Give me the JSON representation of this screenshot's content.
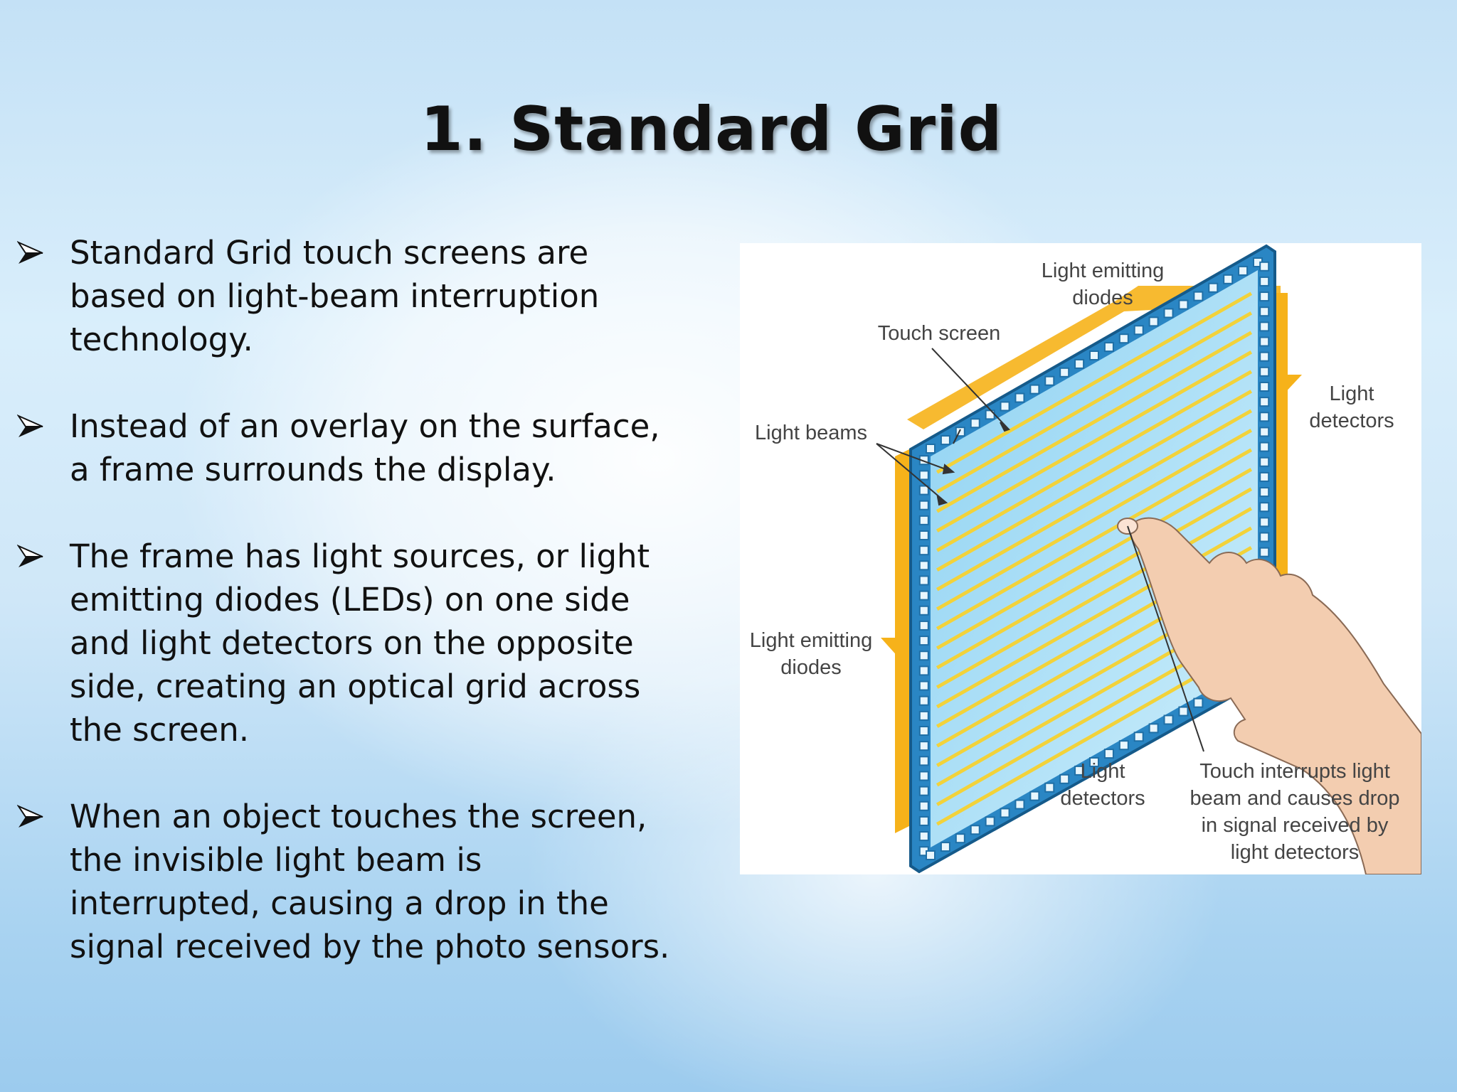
{
  "slide": {
    "title": "1. Standard Grid",
    "bullets": [
      {
        "text": "Standard Grid touch screens are\nbased on light-beam interruption\ntechnology."
      },
      {
        "text": "Instead of an overlay on the surface,\na frame surrounds the display."
      },
      {
        "text": "The frame has light sources, or light\nemitting diodes (LEDs) on one side\nand light detectors on the opposite\nside, creating an optical grid across\nthe screen."
      },
      {
        "text": "When an object touches the screen,\nthe invisible light beam is\ninterrupted, causing a drop in the\nsignal received by the photo sensors."
      }
    ]
  },
  "figure": {
    "labels": {
      "leds_top": "Light emitting\ndiodes",
      "touch_screen": "Touch screen",
      "light_beams": "Light beams",
      "detectors_right": "Light\ndetectors",
      "leds_left": "Light emitting\ndiodes",
      "detectors_bottom": "Light\ndetectors",
      "touch_interrupts": "Touch interrupts light\nbeam and causes drop\nin signal received by\nlight detectors"
    },
    "colors": {
      "frame": "#3a9fd6",
      "frame_dark": "#1f6fa6",
      "beam_vertical": "#b5452a",
      "beam_horizontal": "#f2d23a",
      "arrow_orange": "#f6b21a",
      "hand": "#f3cdb0"
    }
  }
}
